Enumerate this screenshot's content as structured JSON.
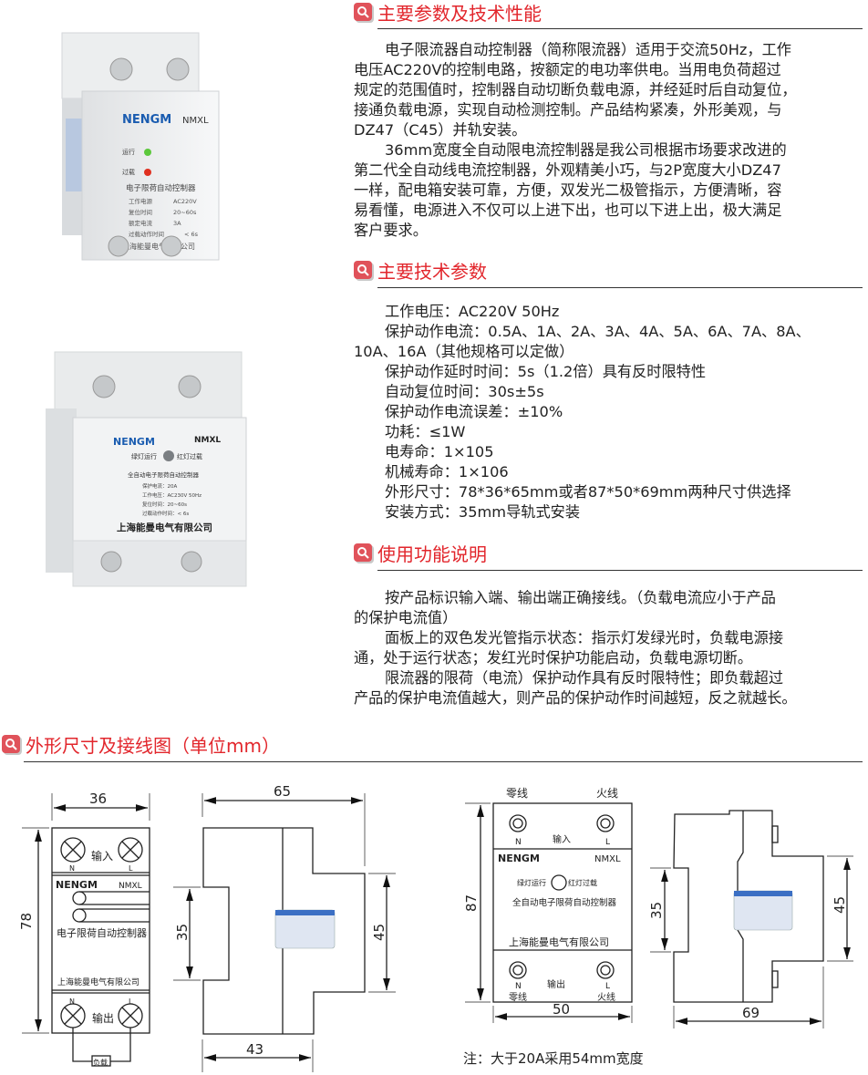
{
  "sections": {
    "features": {
      "title": "主要参数及技术性能",
      "lines": [
        "电子限流器自动控制器（简称限流器）适用于交流50Hz，工作",
        "电压AC220V的控制电路，按额定的电功率供电。当用电负荷超过",
        "规定的范围值时，控制器自动切断负载电源，并经延时后自动复位，",
        "接通负载电源，实现自动检测控制。产品结构紧凑，外形美观，与",
        "DZ47（C45）并轨安装。",
        "36mm宽度全自动限电流控制器是我公司根据市场要求改进的",
        "第二代全自动线电流控制器，外观精美小巧，与2P宽度大小DZ47",
        "一样，配电箱安装可靠，方便，双发光二极管指示，方便清晰，容",
        "易看懂，电源进入不仅可以上进下出，也可以下进上出，极大满足",
        "客户要求。"
      ]
    },
    "specs": {
      "title": "主要技术参数",
      "lines": [
        "工作电压：AC220V 50Hz",
        "保护动作电流：0.5A、1A、2A、3A、4A、5A、6A、7A、8A、",
        "10A、16A（其他规格可以定做）",
        "保护动作延时时间：5s（1.2倍）具有反时限特性",
        "自动复位时间：30s±5s",
        "保护动作电流误差：±10%",
        "功耗：≤1W",
        "电寿命：1×105",
        "机械寿命：1×106",
        "外形尺寸：78*36*65mm或者87*50*69mm两种尺寸供选择",
        "安装方式：35mm导轨式安装"
      ]
    },
    "usage": {
      "title": "使用功能说明",
      "lines": [
        "按产品标识输入端、输出端正确接线。（负载电流应小于产品",
        "的保护电流值）",
        "面板上的双色发光管指示状态：指示灯发绿光时，负载电源接",
        "通，处于运行状态；发红光时保护功能启动，负载电源切断。",
        "限流器的限荷（电流）保护动作具有反时限特性；即负载超过",
        "产品的保护电流值越大，则产品的保护动作时间越短，反之就越长。"
      ]
    },
    "dimensions": {
      "title": "外形尺寸及接线图（单位mm）"
    }
  },
  "photo1": {
    "brand": "NENGM",
    "model": "NMXL",
    "run": "运行",
    "overload": "过载",
    "name": "电子限荷自动控制器",
    "rows": [
      [
        "工作电源",
        "AC220V"
      ],
      [
        "复位时间",
        "20~60s"
      ],
      [
        "额定电流",
        "3A"
      ],
      [
        "过载动作时间",
        "< 6s"
      ]
    ],
    "company": "上海能曼电气有限公司"
  },
  "photo2": {
    "brand": "NENGM",
    "model": "NMXL",
    "green": "绿灯运行",
    "red": "红灯过载",
    "name": "全自动电子限荷自动控制器",
    "rows": [
      "保护电流：20A",
      "工作电压：AC230V 50Hz",
      "复位时间：20~60s",
      "过载动作时间：< 6s"
    ],
    "company": "上海能曼电气有限公司"
  },
  "drawing_small": {
    "width": "36",
    "height": "78",
    "depth": "65",
    "rail": "35",
    "body": "45",
    "base": "43",
    "input": "输入",
    "output": "输出",
    "n": "N",
    "l": "L",
    "brand": "NENGM",
    "model": "NMXL",
    "name": "电子限荷自动控制器",
    "company": "上海能曼电气有限公司",
    "load": "负载"
  },
  "drawing_large": {
    "width": "50",
    "height": "87",
    "depth": "69",
    "rail": "35",
    "body": "45",
    "neutral": "零线",
    "live": "火线",
    "input": "输入",
    "output": "输出",
    "n": "N",
    "l": "L",
    "brand": "NENGM",
    "model": "NMXL",
    "green": "绿灯运行",
    "red": "红灯过载",
    "name": "全自动电子限荷自动控制器",
    "company": "上海能曼电气有限公司"
  },
  "note": "注：大于20A采用54mm宽度",
  "colors": {
    "accent": "#e2262c",
    "brand_blue": "#1a5cb0"
  }
}
